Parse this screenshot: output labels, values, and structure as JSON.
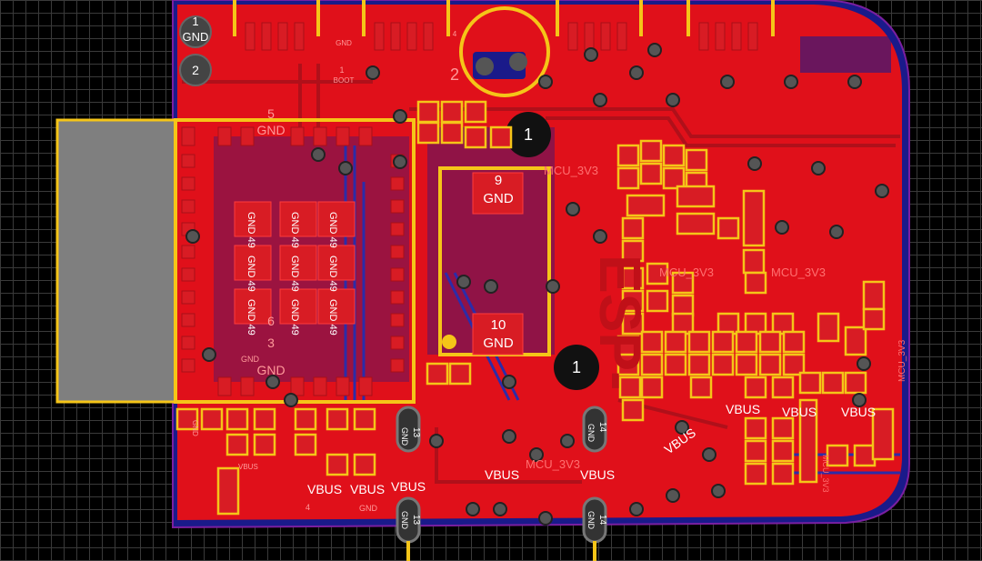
{
  "header_pins": [
    {
      "num": "1",
      "net": "GND"
    },
    {
      "num": "2",
      "net": ""
    }
  ],
  "boot_button": {
    "pin1": "1",
    "pin1_net": "GND",
    "pin2_net": "BOOT",
    "pin2": "2",
    "pin_top": "4"
  },
  "test_points": [
    {
      "num": "1"
    },
    {
      "num": "1"
    }
  ],
  "mcu_pads": [
    {
      "num": "9",
      "net": "GND"
    },
    {
      "num": "10",
      "net": "GND"
    }
  ],
  "module": {
    "pad_top": "5",
    "pad_top_net": "GND",
    "pad_bottom": "3",
    "pad_bottom_net": "GND",
    "side_pad": "6",
    "thermal_pads": [
      [
        "GND 49",
        "GND 49",
        "GND 49"
      ],
      [
        "GND 49",
        "GND 49",
        "GND 49"
      ],
      [
        "GND 49",
        "GND 49",
        "GND 49"
      ]
    ],
    "silk_text": "ESP-"
  },
  "usb_holes": [
    {
      "num": "13",
      "net": "GND"
    },
    {
      "num": "14",
      "net": "GND"
    },
    {
      "num": "13",
      "net": "GND"
    },
    {
      "num": "14",
      "net": "GND"
    }
  ],
  "net_labels": {
    "vbus_1": "VBUS",
    "vbus_2": "VBUS",
    "vbus_3": "VBUS",
    "vbus_4": "VBUS",
    "vbus_5": "VBUS",
    "vbus_6": "VBUS",
    "vbus_7": "VBUS",
    "vbus_8": "VBUS",
    "vbus_9": "VBUS",
    "vbus_10": "VBUS",
    "mcu_3v3_1": "MCU_3V3",
    "mcu_3v3_2": "MCU_3V3",
    "mcu_3v3_3": "MCU_3V3",
    "mcu_3v3_4": "MCU_3V3",
    "mcu_3v3_5": "MCU_3V3",
    "mcu_3v3_6": "MCU_3V3",
    "gnd_small_1": "GND",
    "gnd_small_2": "GND",
    "gnd_small_3": "GND",
    "num_4": "4"
  },
  "colors": {
    "copper": "#e0101a",
    "inner_copper": "#1a1a8a",
    "silkscreen": "#f5c518",
    "outline": "#7a1fa0",
    "pad": "#d81c24",
    "drill": "#2b2b2b"
  }
}
